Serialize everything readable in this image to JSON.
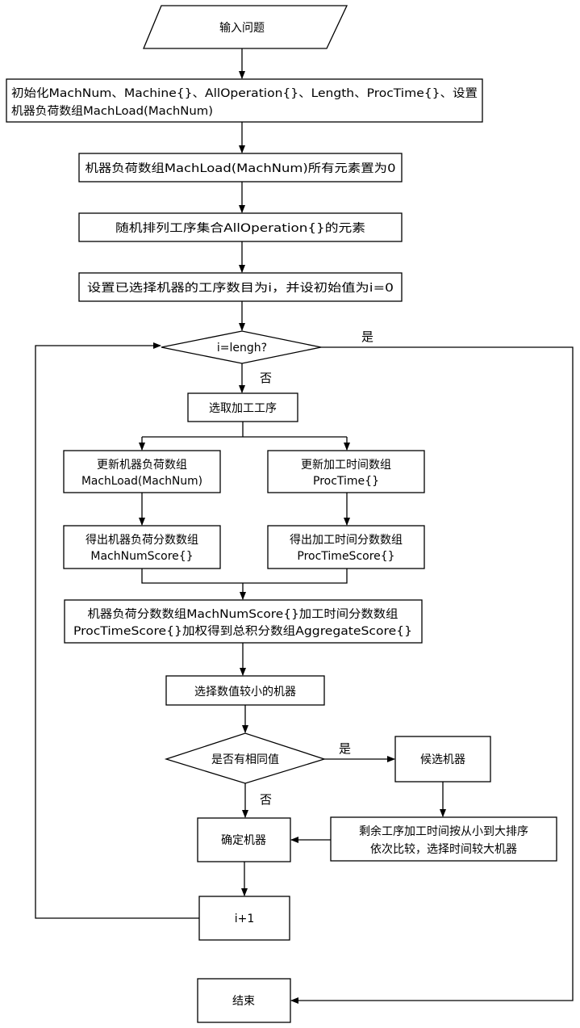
{
  "nodes": {
    "input": "输入问题",
    "init_line1": "初始化MachNum、Machine{}、AllOperation{}、Length、ProcTime{}、设置",
    "init_line2": "机器负荷数组MachLoad(MachNum)",
    "zero_load": "机器负荷数组MachLoad(MachNum)所有元素置为0",
    "shuffle": "随机排列工序集合AllOperation{}的元素",
    "set_i": "设置已选择机器的工序数目为i，并设初始值为i=0",
    "cond_length": "i=lengh?",
    "select_op": "选取加工工序",
    "update_load_line1": "更新机器负荷数组",
    "update_load_line2": "MachLoad(MachNum)",
    "update_time_line1": "更新加工时间数组",
    "update_time_line2": "ProcTime{}",
    "score_load_line1": "得出机器负荷分数数组",
    "score_load_line2": "MachNumScore{}",
    "score_time_line1": "得出加工时间分数数组",
    "score_time_line2": "ProcTimeScore{}",
    "aggregate_line1": "机器负荷分数数组MachNumScore{}加工时间分数数组",
    "aggregate_line2": "ProcTimeScore{}加权得到总积分数组AggregateScore{}",
    "select_small": "选择数值较小的机器",
    "cond_same": "是否有相同值",
    "candidate": "候选机器",
    "compare_line1": "剩余工序加工时间按从小到大排序",
    "compare_line2": "依次比较，选择时间较大机器",
    "confirm": "确定机器",
    "increment": "i+1",
    "end": "结束"
  },
  "edge_labels": {
    "cond_length_yes": "是",
    "cond_length_no": "否",
    "cond_same_yes": "是",
    "cond_same_no": "否"
  }
}
